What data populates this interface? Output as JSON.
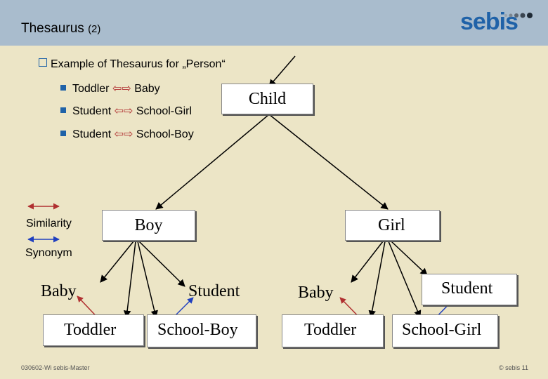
{
  "header": {
    "title": "Thesaurus",
    "title_suffix": "(2)",
    "logo_text": "sebis",
    "bg_color": "#a9bccd",
    "logo_color": "#1f62a8"
  },
  "intro": "Example of Thesaurus for „Person“",
  "bullets": [
    {
      "left": "Toddler",
      "arrow": "⇦⇨",
      "right": "Baby"
    },
    {
      "left": "Student",
      "arrow": "⇦⇨",
      "right": "School-Girl"
    },
    {
      "left": "Student",
      "arrow": "⇦⇨",
      "right": "School-Boy"
    }
  ],
  "legend": {
    "similarity": "Similarity",
    "synonym": "Synonym",
    "similarity_color": "#b03030",
    "synonym_color": "#1f3fbf"
  },
  "nodes": {
    "child": "Child",
    "boy": "Boy",
    "girl": "Girl",
    "boy_children": [
      "Baby",
      "Toddler",
      "Student",
      "School-Boy"
    ],
    "girl_children": [
      "Baby",
      "Toddler",
      "Student",
      "School-Girl"
    ]
  },
  "footer": {
    "left": "030602-Wi sebis-Master",
    "right": "© sebis  11"
  }
}
